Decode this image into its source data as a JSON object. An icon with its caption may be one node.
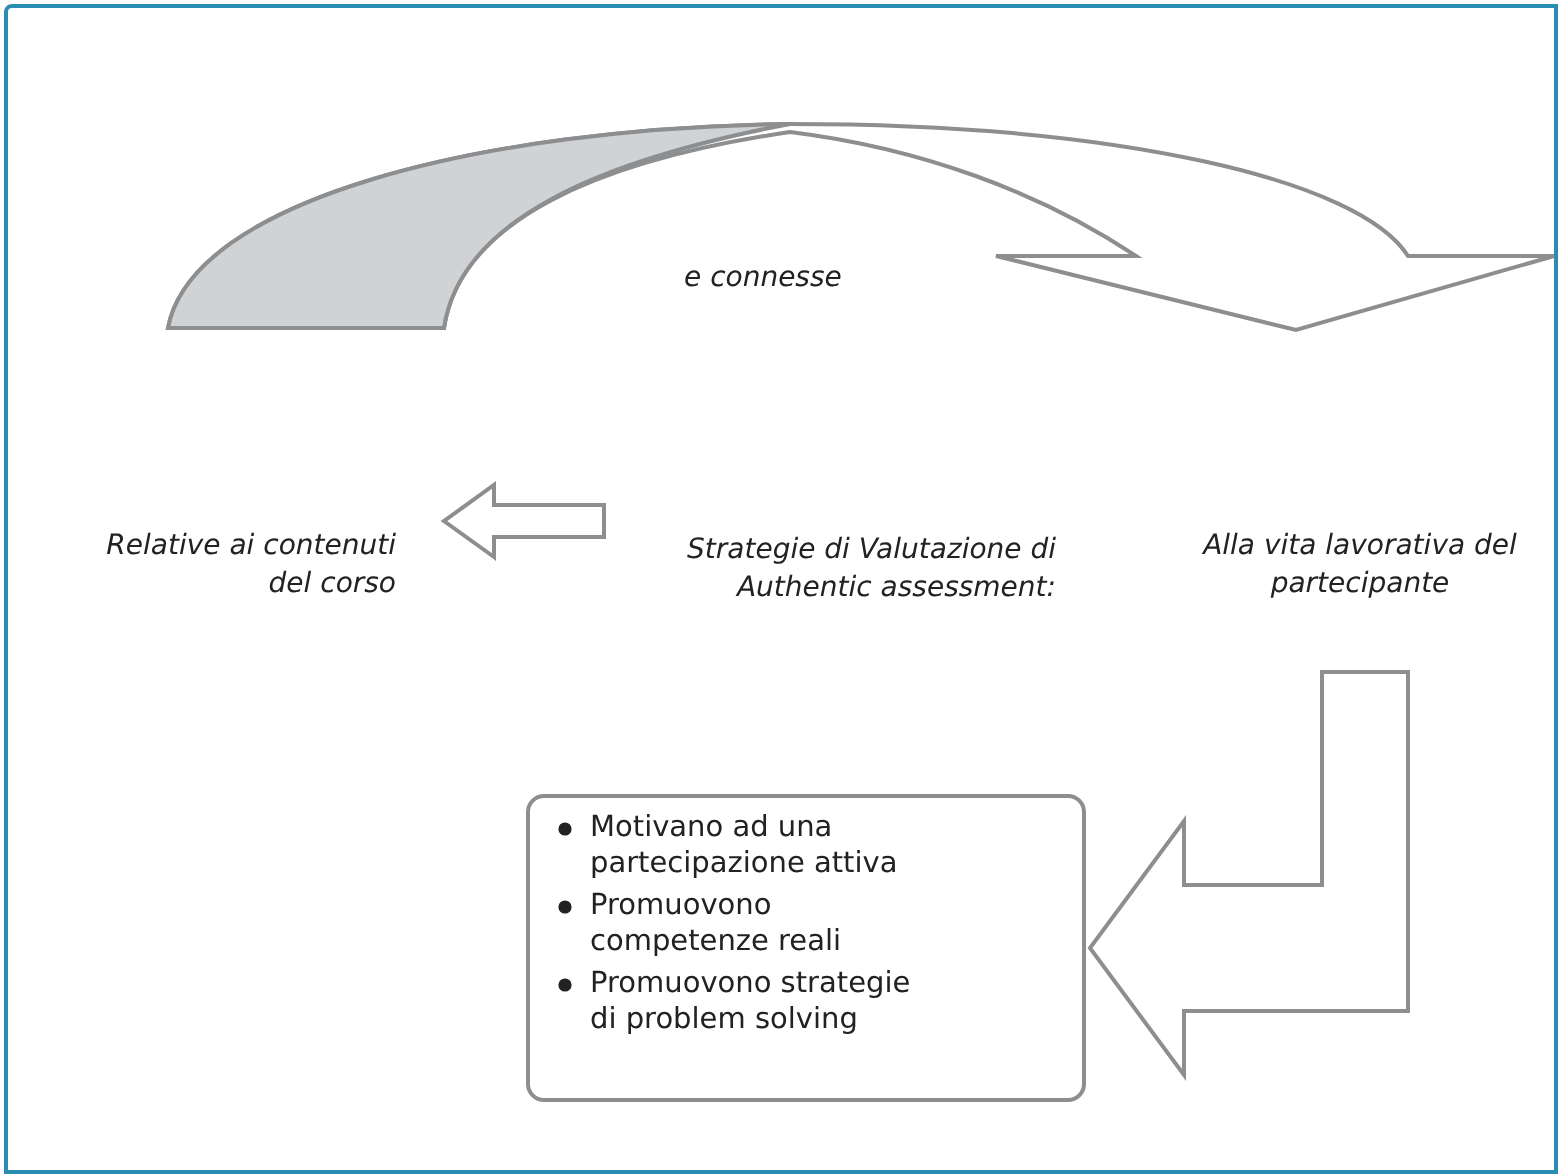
{
  "diagram": {
    "nodes": [
      {
        "text": [
          "Relative ai contenuti del corso"
        ]
      },
      {
        "text": [
          "Strategie di Valutazione di Authentic assessment:"
        ]
      },
      {
        "text": [
          "Alla vita lavorativa del partecipante"
        ]
      },
      {
        "text": [
          "Motivano ad una partecipazione attiva",
          "Promuovono competenze reali",
          "Promuovono strategie di problem solving"
        ]
      }
    ],
    "edges": [
      {
        "from": 0,
        "to": 2,
        "arrow": "to",
        "label": "e connesse"
      },
      {
        "from": 1,
        "to": 0,
        "arrow": "to"
      },
      {
        "from": 2,
        "to": 3,
        "arrow": "to"
      }
    ]
  }
}
